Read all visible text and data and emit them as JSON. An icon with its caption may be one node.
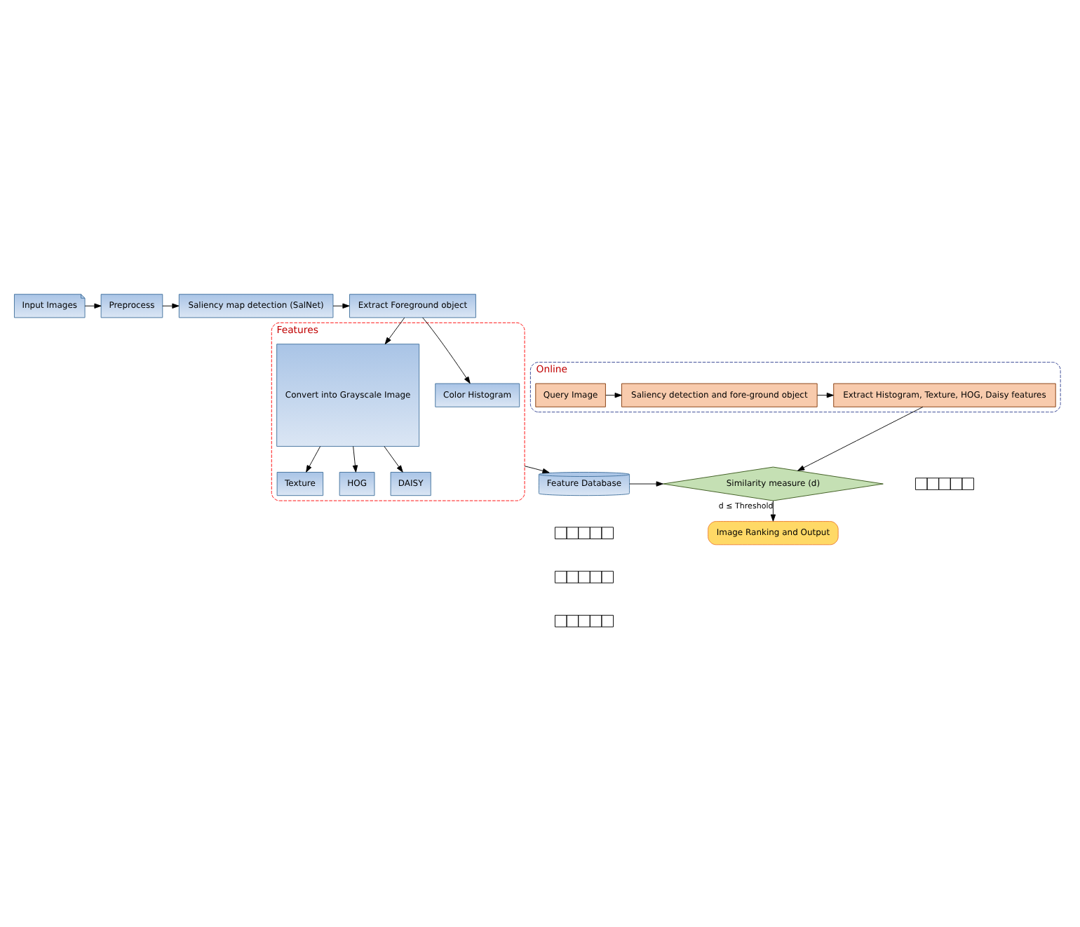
{
  "diagram": {
    "nodes": [
      {
        "text": [
          "Input Images"
        ]
      },
      {
        "text": [
          "Preprocess"
        ]
      },
      {
        "text": [
          "Saliency map detection (SalNet)"
        ]
      },
      {
        "text": [
          "Extract Foreground object"
        ]
      },
      {
        "text": [
          "Features"
        ]
      },
      {
        "text": [
          "Color Histogram"
        ],
        "in": 4
      },
      {
        "text": [
          "Texture"
        ],
        "in": 4
      },
      {
        "text": [
          "HOG"
        ],
        "in": 4
      },
      {
        "text": [
          "DAISY"
        ],
        "in": 4
      },
      {
        "text": [
          "Convert into Grayscale Image"
        ],
        "in": 4
      },
      {
        "text": [
          "Online"
        ]
      },
      {
        "text": [
          "Query Image"
        ],
        "in": 10
      },
      {
        "text": [
          "Saliency detection and fore-ground object"
        ],
        "in": 10
      },
      {
        "text": [
          "Extract Histogram, Texture, HOG, Daisy features"
        ],
        "in": 10
      },
      {
        "text": [
          "Similarity measure (d)"
        ]
      },
      {
        "text": [
          "Feature Database"
        ]
      },
      {
        "text": [
          "Image Ranking and Output"
        ]
      },
      {
        "text": [],
        "shape": "bar"
      },
      {
        "text": [],
        "shape": "bar"
      },
      {
        "text": [],
        "shape": "bar"
      },
      {
        "text": [],
        "shape": "bar"
      }
    ],
    "edges": [
      {
        "from": 0,
        "to": 1,
        "arrow": "to"
      },
      {
        "from": 1,
        "to": 2,
        "arrow": "to"
      },
      {
        "from": 2,
        "to": 3,
        "arrow": "to"
      },
      {
        "from": 3,
        "to": 5,
        "arrow": "to"
      },
      {
        "from": 3,
        "to": 9,
        "arrow": "to"
      },
      {
        "from": 9,
        "to": 6,
        "arrow": "to"
      },
      {
        "from": 9,
        "to": 7,
        "arrow": "to"
      },
      {
        "from": 9,
        "to": 8,
        "arrow": "to"
      },
      {
        "from": 11,
        "to": 12,
        "arrow": "to"
      },
      {
        "from": 12,
        "to": 13,
        "arrow": "to"
      },
      {
        "from": 13,
        "to": 14,
        "arrow": "to"
      },
      {
        "from": 4,
        "to": 15,
        "arrow": "to"
      },
      {
        "from": 15,
        "to": 14,
        "arrow": "to"
      },
      {
        "from": 14,
        "to": 16,
        "arrow": "to",
        "label": "d ≤ Threshold"
      }
    ]
  }
}
